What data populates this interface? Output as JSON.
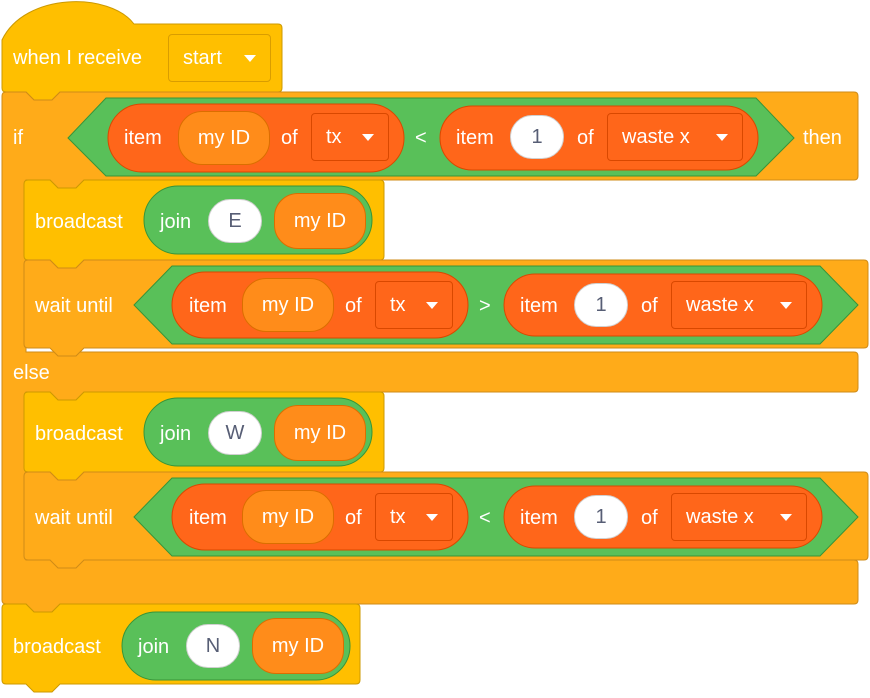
{
  "event": {
    "label": "when I receive",
    "message": "start"
  },
  "if_block": {
    "if_label": "if",
    "then_label": "then",
    "else_label": "else",
    "condition": {
      "left": {
        "item_label": "item",
        "index": "my ID",
        "of_label": "of",
        "list": "tx"
      },
      "operator": "<",
      "right": {
        "item_label": "item",
        "index": "1",
        "of_label": "of",
        "list": "waste x"
      }
    },
    "then_branch": {
      "broadcast": {
        "label": "broadcast",
        "join_label": "join",
        "a": "E",
        "b": "my ID"
      },
      "wait": {
        "label": "wait until",
        "left": {
          "item_label": "item",
          "index": "my ID",
          "of_label": "of",
          "list": "tx"
        },
        "operator": ">",
        "right": {
          "item_label": "item",
          "index": "1",
          "of_label": "of",
          "list": "waste x"
        }
      }
    },
    "else_branch": {
      "broadcast": {
        "label": "broadcast",
        "join_label": "join",
        "a": "W",
        "b": "my ID"
      },
      "wait": {
        "label": "wait until",
        "left": {
          "item_label": "item",
          "index": "my ID",
          "of_label": "of",
          "list": "tx"
        },
        "operator": "<",
        "right": {
          "item_label": "item",
          "index": "1",
          "of_label": "of",
          "list": "waste x"
        }
      }
    }
  },
  "final_broadcast": {
    "label": "broadcast",
    "join_label": "join",
    "a": "N",
    "b": "my ID"
  },
  "colors": {
    "events": "#ffbf00",
    "control": "#ffab19",
    "operators": "#59c059",
    "lists": "#ff661a",
    "variables": "#ff8c1a"
  }
}
